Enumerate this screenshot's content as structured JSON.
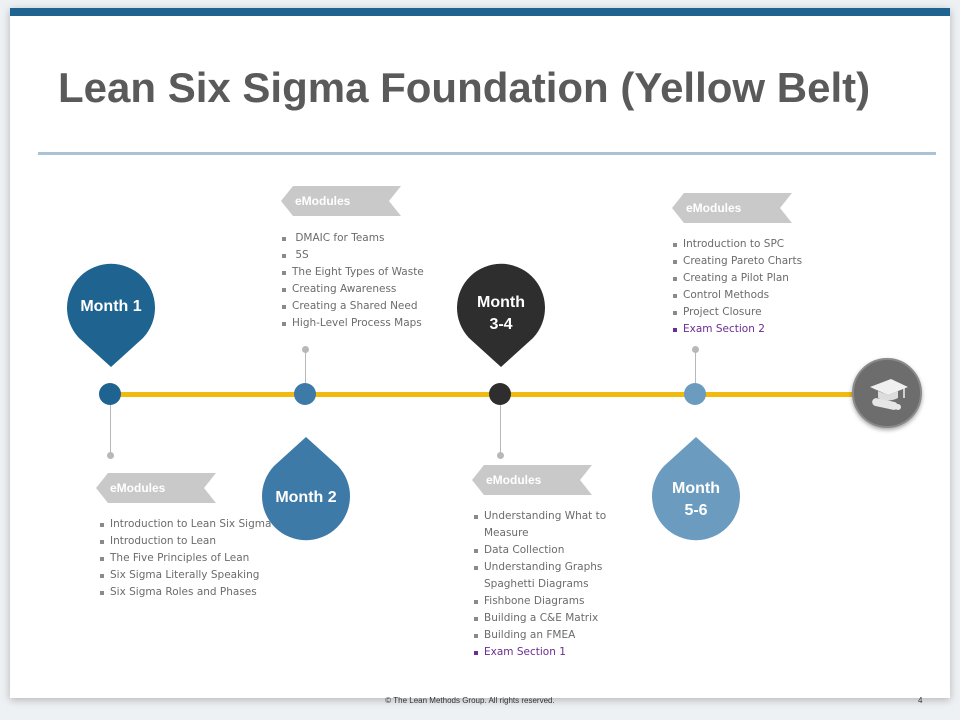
{
  "slide": {
    "title": "Lean Six Sigma Foundation (Yellow Belt)",
    "footer": "© The Lean Methods Group. All rights reserved.",
    "page_number": "4"
  },
  "colors": {
    "top_bar": "#1f6390",
    "title_rule": "#a9c2d6",
    "timeline": "#f2b90f",
    "month1": "#1f6390",
    "month2": "#3d7aa8",
    "month34": "#2e2e2e",
    "month56": "#6b9cc0",
    "banner": "#c9c9c9",
    "exam_text": "#6a2d91"
  },
  "timeline": [
    {
      "label": "Month 1",
      "banner": "eModules",
      "items": [
        {
          "text": "Introduction to Lean Six Sigma"
        },
        {
          "text": "Introduction to Lean"
        },
        {
          "text": "The Five Principles of Lean"
        },
        {
          "text": "Six Sigma Literally Speaking"
        },
        {
          "text": "Six Sigma Roles  and Phases"
        }
      ]
    },
    {
      "label": "Month 2",
      "banner": "eModules",
      "items": [
        {
          "text": " DMAIC for Teams"
        },
        {
          "text": " 5S"
        },
        {
          "text": "The Eight Types of Waste"
        },
        {
          "text": "Creating Awareness"
        },
        {
          "text": "Creating a Shared Need"
        },
        {
          "text": "High-Level Process Maps"
        }
      ]
    },
    {
      "label_line1": "Month",
      "label_line2": "3-4",
      "banner": "eModules",
      "items": [
        {
          "text": "Understanding What to"
        },
        {
          "text": "Measure",
          "continuation": true
        },
        {
          "text": "Data Collection"
        },
        {
          "text": "Understanding Graphs"
        },
        {
          "text": "Spaghetti Diagrams",
          "continuation": true
        },
        {
          "text": "Fishbone  Diagrams"
        },
        {
          "text": "Building a C&E Matrix"
        },
        {
          "text": "Building an FMEA"
        },
        {
          "text": "Exam Section 1",
          "exam": true
        }
      ]
    },
    {
      "label_line1": "Month",
      "label_line2": "5-6",
      "banner": "eModules",
      "items": [
        {
          "text": "Introduction to SPC"
        },
        {
          "text": "Creating Pareto Charts"
        },
        {
          "text": "Creating a Pilot Plan"
        },
        {
          "text": "Control Methods"
        },
        {
          "text": "Project Closure"
        },
        {
          "text": "Exam Section 2",
          "exam": true
        }
      ]
    }
  ],
  "icons": {
    "end": "graduation-cap-diploma-icon"
  }
}
